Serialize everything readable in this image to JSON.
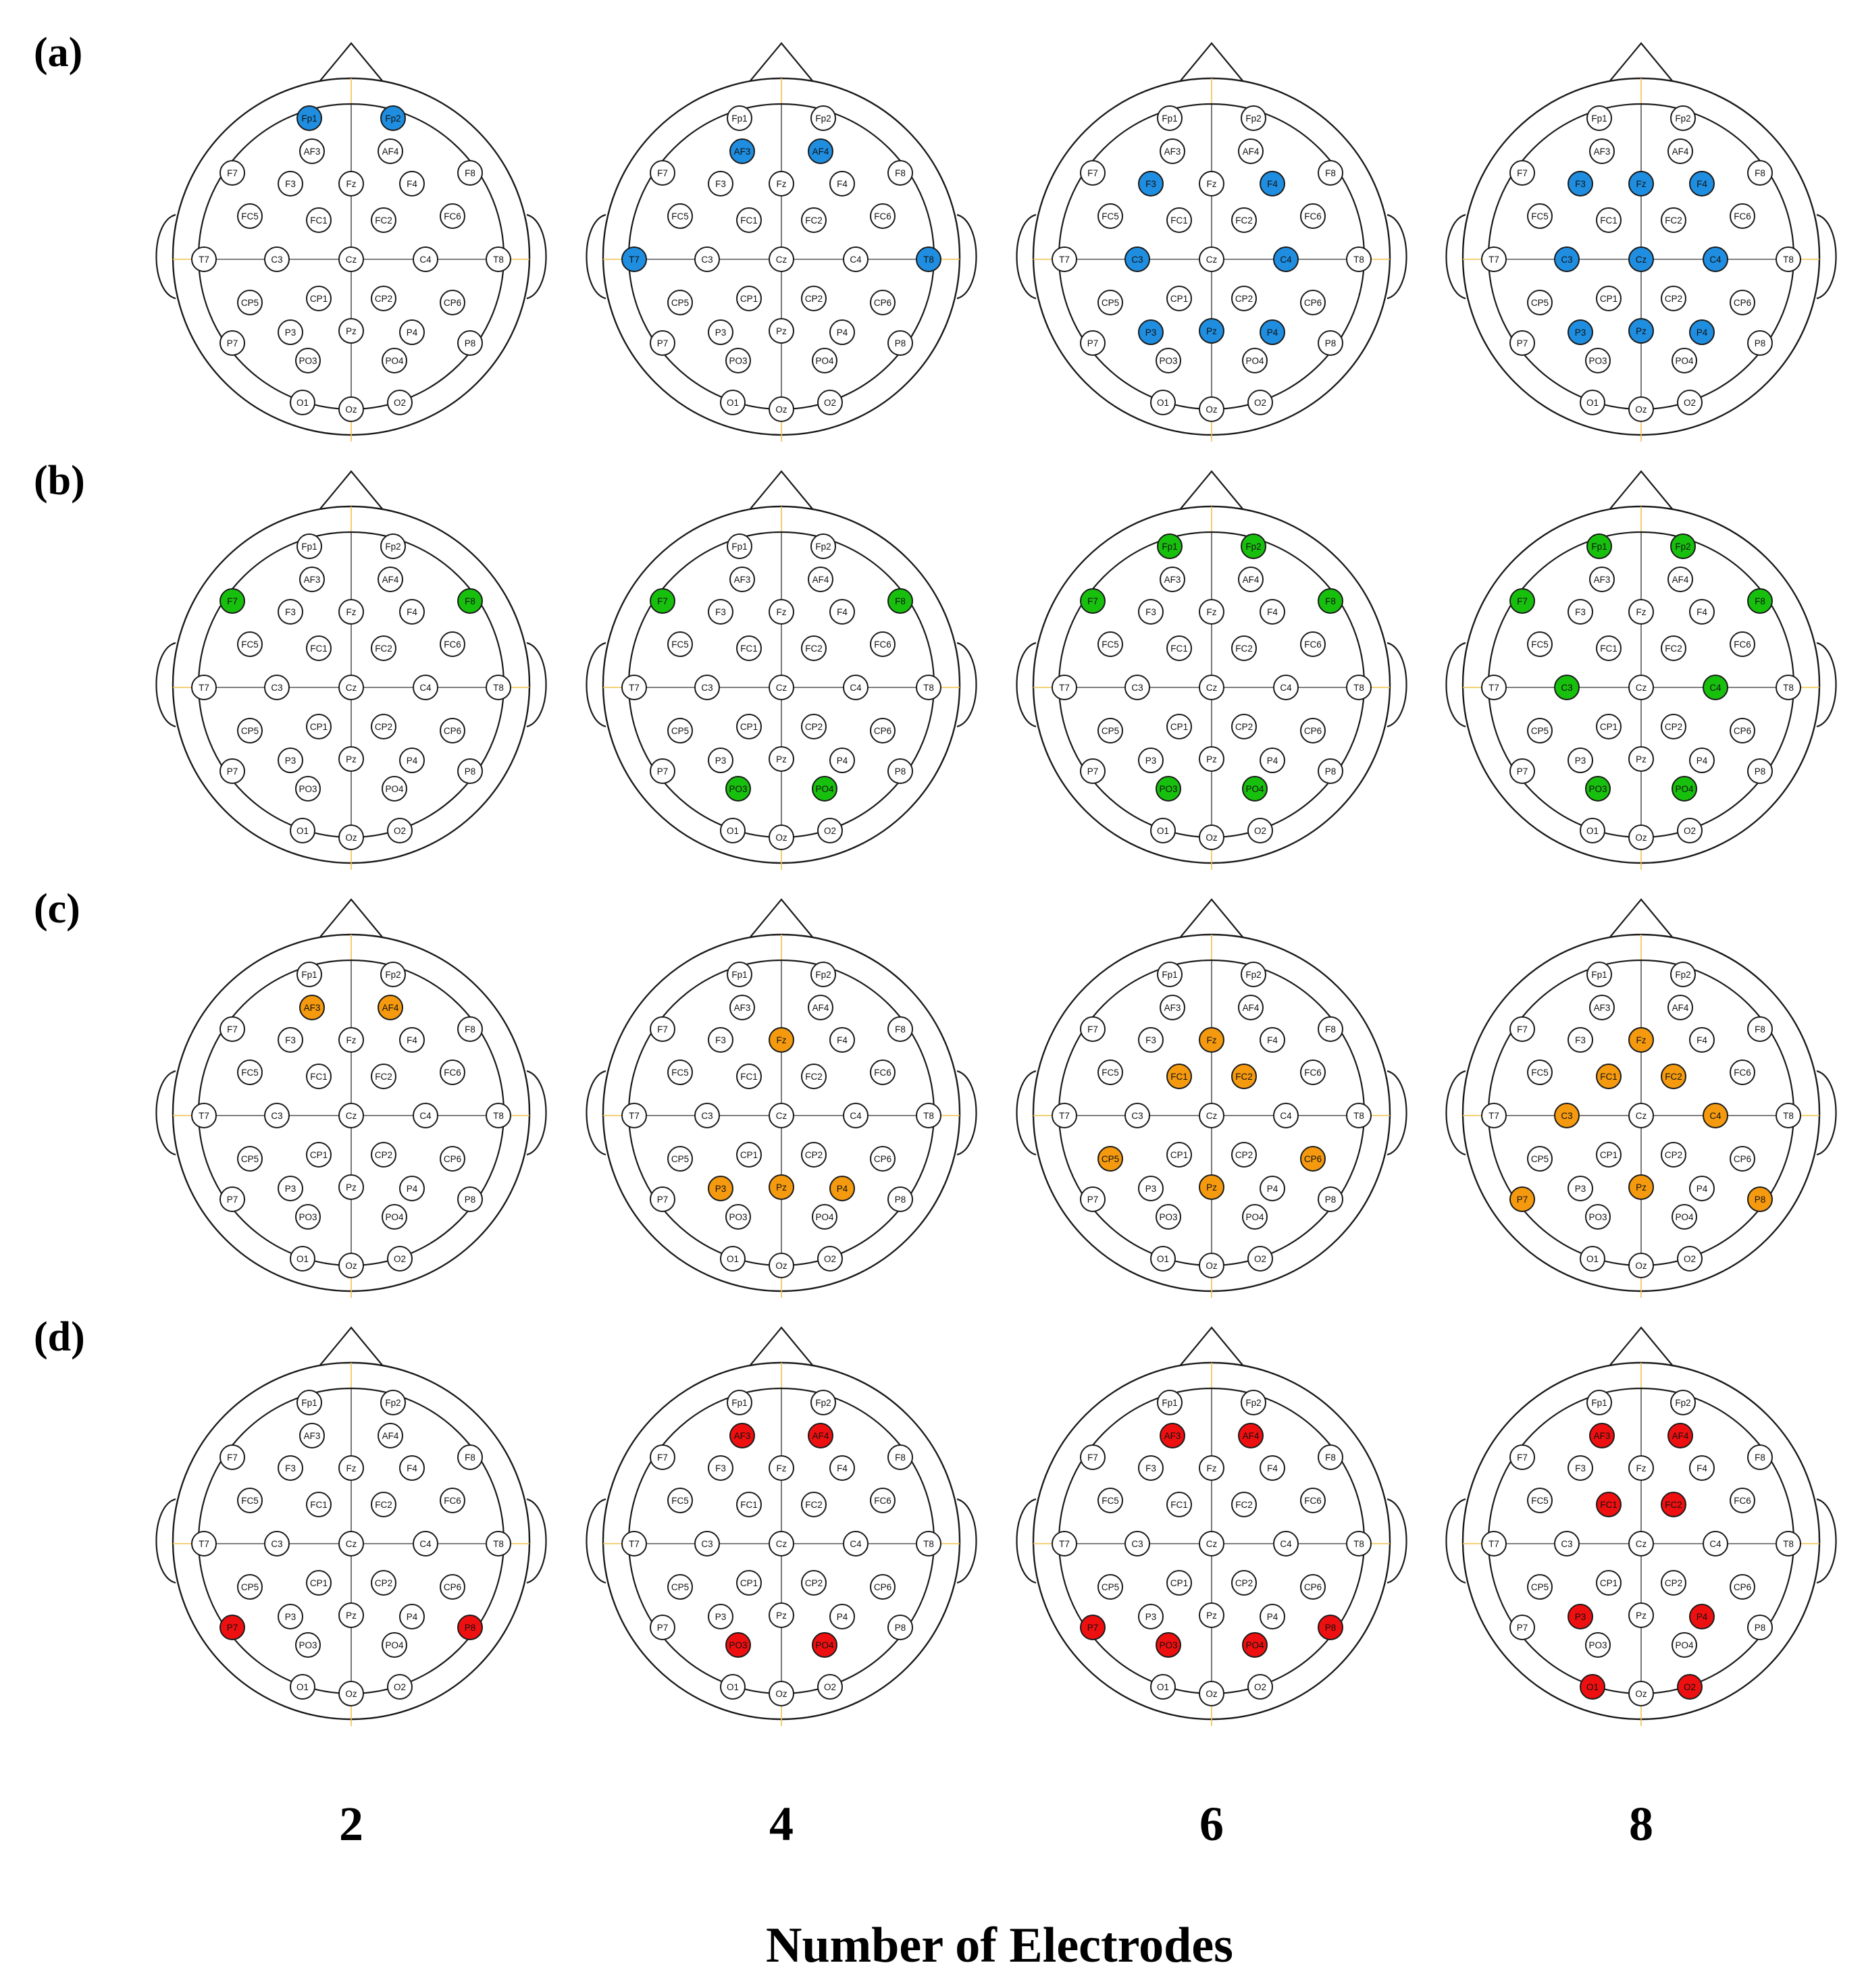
{
  "figure": {
    "x_axis_title": "Number of Electrodes",
    "column_labels": [
      "2",
      "4",
      "6",
      "8"
    ],
    "rows": [
      {
        "label": "(a)",
        "color": "#1f8ee0",
        "selections": [
          [
            "Fp1",
            "Fp2"
          ],
          [
            "AF3",
            "AF4",
            "T7",
            "T8"
          ],
          [
            "F3",
            "F4",
            "C3",
            "C4",
            "P3",
            "Pz",
            "P4"
          ],
          [
            "F3",
            "Fz",
            "F4",
            "C3",
            "Cz",
            "C4",
            "P3",
            "Pz",
            "P4"
          ]
        ]
      },
      {
        "label": "(b)",
        "color": "#18c00e",
        "selections": [
          [
            "F7",
            "F8"
          ],
          [
            "F7",
            "F8",
            "PO3",
            "PO4"
          ],
          [
            "Fp1",
            "Fp2",
            "F7",
            "F8",
            "PO3",
            "PO4"
          ],
          [
            "Fp1",
            "Fp2",
            "F7",
            "F8",
            "C3",
            "C4",
            "PO3",
            "PO4"
          ]
        ]
      },
      {
        "label": "(c)",
        "color": "#f59a0f",
        "selections": [
          [
            "AF3",
            "AF4"
          ],
          [
            "Fz",
            "P3",
            "Pz",
            "P4"
          ],
          [
            "Fz",
            "FC1",
            "FC2",
            "CP5",
            "CP6",
            "Pz"
          ],
          [
            "Fz",
            "FC1",
            "FC2",
            "C3",
            "C4",
            "P7",
            "Pz",
            "P8"
          ]
        ]
      },
      {
        "label": "(d)",
        "color": "#ee1010",
        "selections": [
          [
            "P7",
            "P8"
          ],
          [
            "AF3",
            "AF4",
            "PO3",
            "PO4"
          ],
          [
            "AF3",
            "AF4",
            "P7",
            "PO3",
            "PO4",
            "P8"
          ],
          [
            "AF3",
            "AF4",
            "FC1",
            "FC2",
            "P3",
            "P4",
            "O1",
            "O2"
          ]
        ]
      }
    ],
    "electrodes": [
      "Fp1",
      "Fp2",
      "AF3",
      "AF4",
      "F7",
      "F3",
      "Fz",
      "F4",
      "F8",
      "FC5",
      "FC1",
      "FC2",
      "FC6",
      "T7",
      "C3",
      "Cz",
      "C4",
      "T8",
      "CP5",
      "CP1",
      "CP2",
      "CP6",
      "P7",
      "P3",
      "Pz",
      "P4",
      "P8",
      "PO3",
      "PO4",
      "O1",
      "Oz",
      "O2"
    ],
    "colors": {
      "outline": "#1a1a1a",
      "midline": "#f2c04a",
      "unselected_fill": "#ffffff",
      "text": "#111111"
    }
  }
}
